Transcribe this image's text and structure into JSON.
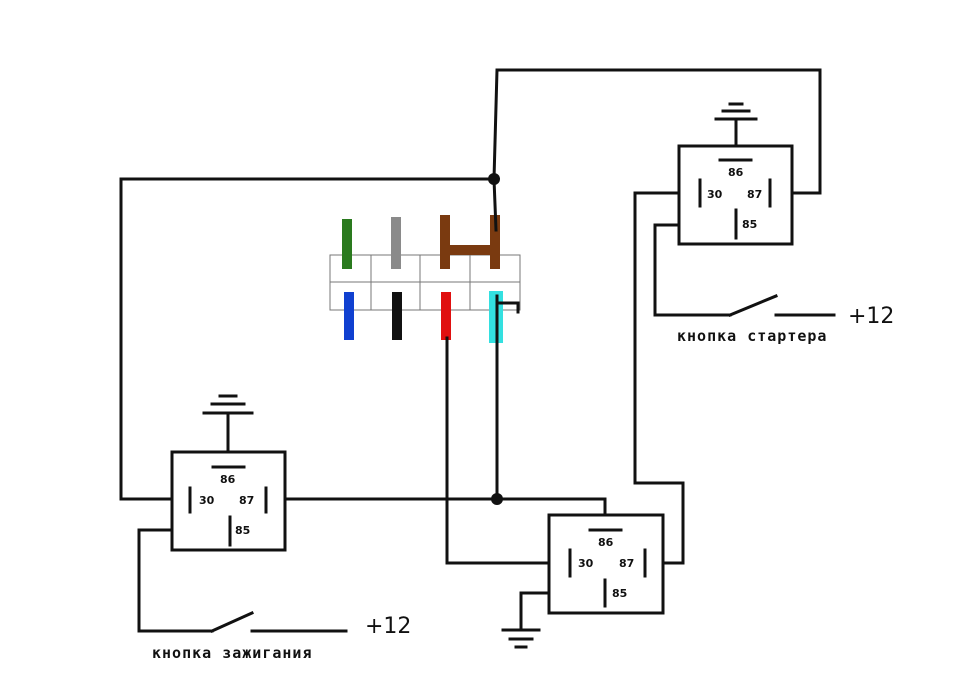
{
  "relays": {
    "ignition": {
      "pin86": "86",
      "pin30": "30",
      "pin87": "87",
      "pin85": "85"
    },
    "middle": {
      "pin86": "86",
      "pin30": "30",
      "pin87": "87",
      "pin85": "85"
    },
    "starter": {
      "pin86": "86",
      "pin30": "30",
      "pin87": "87",
      "pin85": "85"
    }
  },
  "buttons": {
    "ignition": {
      "label": "кнопка зажигания",
      "voltage": "+12"
    },
    "starter": {
      "label": "кнопка стартера",
      "voltage": "+12"
    }
  },
  "colors": {
    "wire_green": "#2a7a1e",
    "wire_gray": "#8a8a8a",
    "wire_brown": "#7a3a10",
    "wire_blue": "#1040d0",
    "wire_black": "#111111",
    "wire_red": "#e01010",
    "wire_cyan": "#33e0e0"
  }
}
